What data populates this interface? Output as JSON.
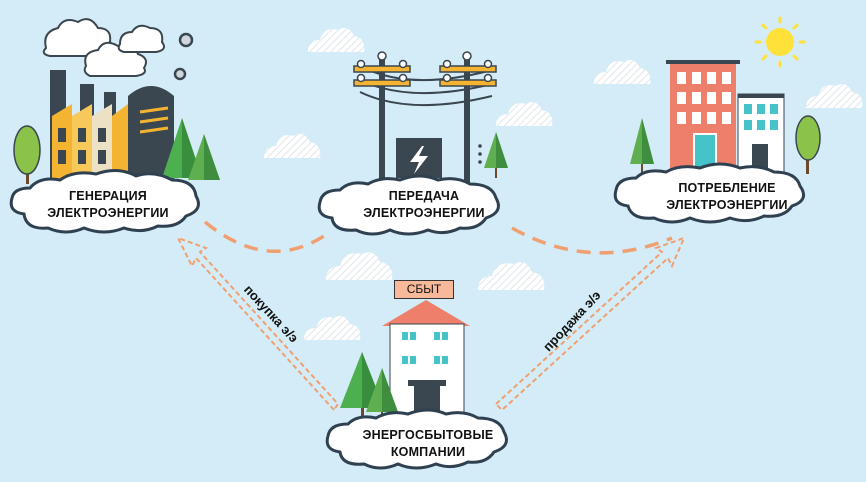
{
  "nodes": {
    "generation": {
      "line1": "ГЕНЕРАЦИЯ",
      "line2": "ЭЛЕКТРОЭНЕРГИИ"
    },
    "transmission": {
      "line1": "ПЕРЕДАЧА",
      "line2": "ЭЛЕКТРОЭНЕРГИИ"
    },
    "consumption": {
      "line1": "ПОТРЕБЛЕНИЕ",
      "line2": "ЭЛЕКТРОЭНЕРГИИ"
    },
    "retail": {
      "line1": "ЭНЕРГОСБЫТОВЫЕ",
      "line2": "КОМПАНИИ",
      "badge": "СБЫТ"
    }
  },
  "arrows": {
    "buy": "покупка э/э",
    "sell": "продажа э/э"
  },
  "colors": {
    "background": "#d4ecf7",
    "cloud_fill": "#ffffff",
    "cloud_stroke": "#2f4050",
    "arrow": "#f0a070",
    "tree": "#5faf50",
    "factory_dark": "#3a4650",
    "factory_yellow": "#f5b332",
    "building_red": "#ee7f6a",
    "building_teal": "#46c2c9",
    "sun": "#ffe13a",
    "badge": "#f7b99a"
  }
}
